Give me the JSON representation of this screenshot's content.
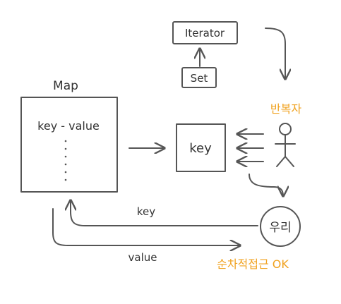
{
  "labels": {
    "map": "Map",
    "key_value": "key - value",
    "key_box": "key",
    "iterator": "Iterator",
    "set": "Set",
    "iterator_role": "반복자",
    "us": "우리",
    "key_arrow": "key",
    "value_arrow": "value",
    "sequential_access": "순차적접근 OK"
  },
  "colors": {
    "map_fill": "#fbf8dd",
    "key_fill": "#f9e6e4",
    "accent_orange": "#f0a21f",
    "ink": "#555555"
  }
}
